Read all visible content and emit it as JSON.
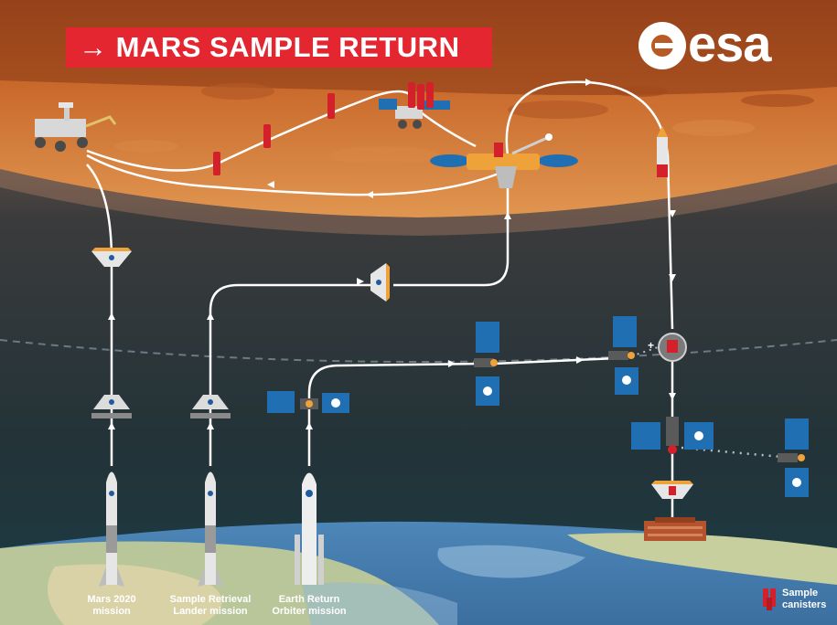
{
  "title": "→ MARS SAMPLE RETURN",
  "logo": {
    "text": "esa"
  },
  "missions": [
    {
      "label": "Mars 2020\nmission"
    },
    {
      "label": "Sample Retrieval\nLander mission"
    },
    {
      "label": "Earth Return\nOrbiter mission"
    }
  ],
  "legend": {
    "label": "Sample\ncanisters",
    "icon": "sample-canister-icon"
  },
  "colors": {
    "banner_red": "#e3262f",
    "mars_orange": "#c8692c",
    "space_dark": "#2b3438",
    "path_white": "#ffffff",
    "orbiter_blue": "#1f6fb2"
  }
}
